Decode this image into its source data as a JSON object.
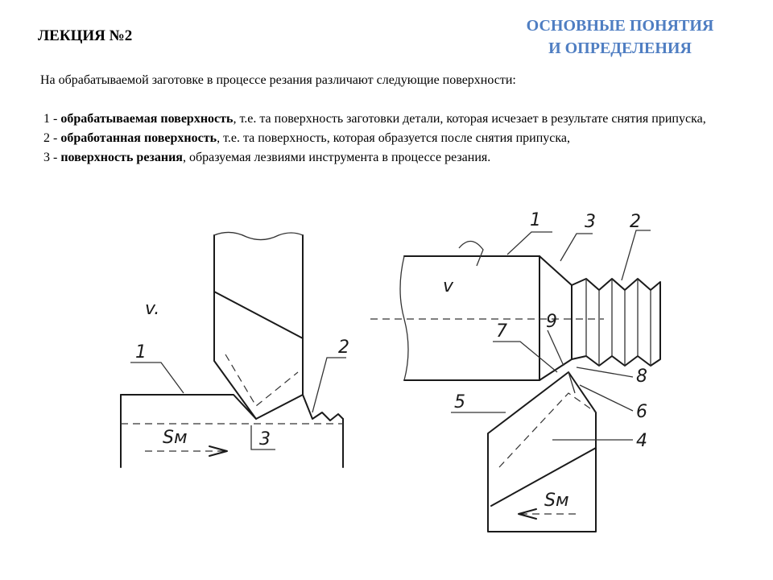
{
  "header": {
    "lecture": "ЛЕКЦИЯ №2",
    "title_line1": "ОСНОВНЫЕ ПОНЯТИЯ",
    "title_line2": "И ОПРЕДЕЛЕНИЯ"
  },
  "intro": "На обрабатываемой заготовке в процессе резания различают следующие поверхности:",
  "items": [
    {
      "num": "1 - ",
      "term": "обрабатываемая поверхность",
      "rest": ", т.е. та поверхность заготовки детали, которая исчезает в результате снятия припуска,"
    },
    {
      "num": "2 - ",
      "term": "обработанная поверхность",
      "rest": ", т.е. та поверхность, которая образуется после снятия припуска,"
    },
    {
      "num": "3 - ",
      "term": "поверхность резания",
      "rest": ", образуемая лезвиями инструмента в процессе резания."
    }
  ],
  "figure": {
    "left": {
      "speed": "v.",
      "feed": "Sм",
      "labels": [
        "1",
        "2",
        "3"
      ]
    },
    "right": {
      "speed": "v",
      "feed": "Sм",
      "labels": [
        "1",
        "3",
        "2",
        "7",
        "9",
        "8",
        "6",
        "5",
        "4"
      ]
    }
  }
}
